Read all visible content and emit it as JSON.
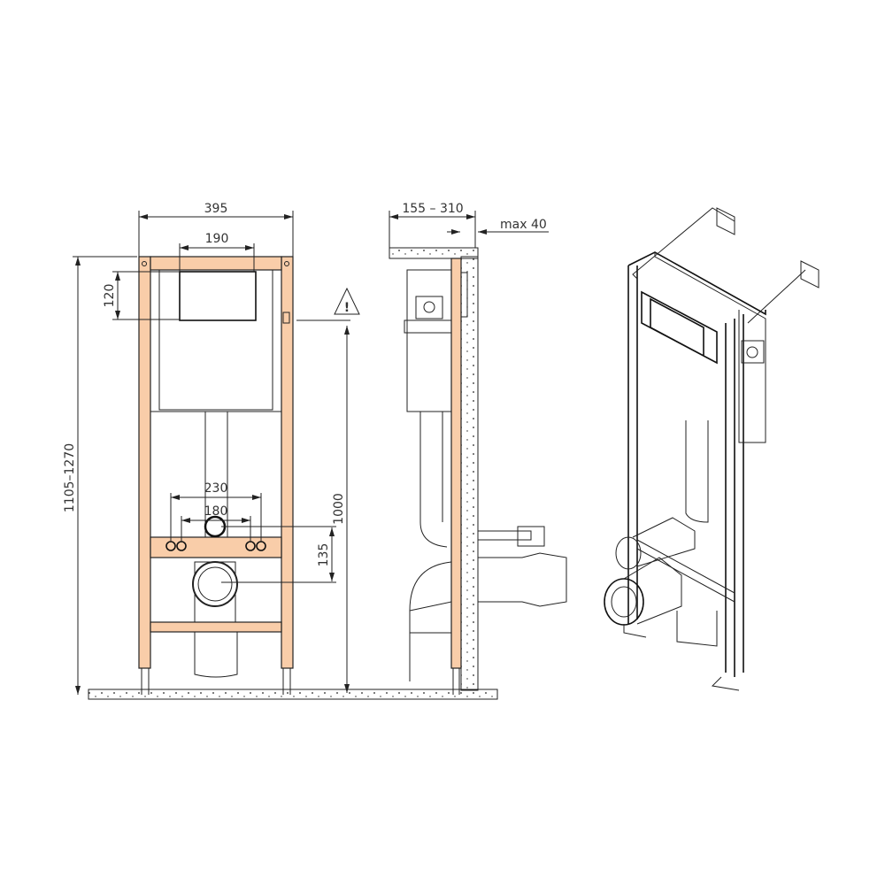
{
  "colors": {
    "frame": "#f9cda9",
    "line": "#222222"
  },
  "front_view": {
    "dim_width": "395",
    "dim_plate_width": "190",
    "dim_plate_height": "120",
    "dim_total_height": "1105–1270",
    "dim_flush_height": "1000",
    "dim_bolt_outer": "230",
    "dim_bolt_inner": "180",
    "dim_drain_offset": "135",
    "warning_symbol": "!"
  },
  "side_view": {
    "dim_depth": "155 – 310",
    "dim_max": "max 40"
  }
}
